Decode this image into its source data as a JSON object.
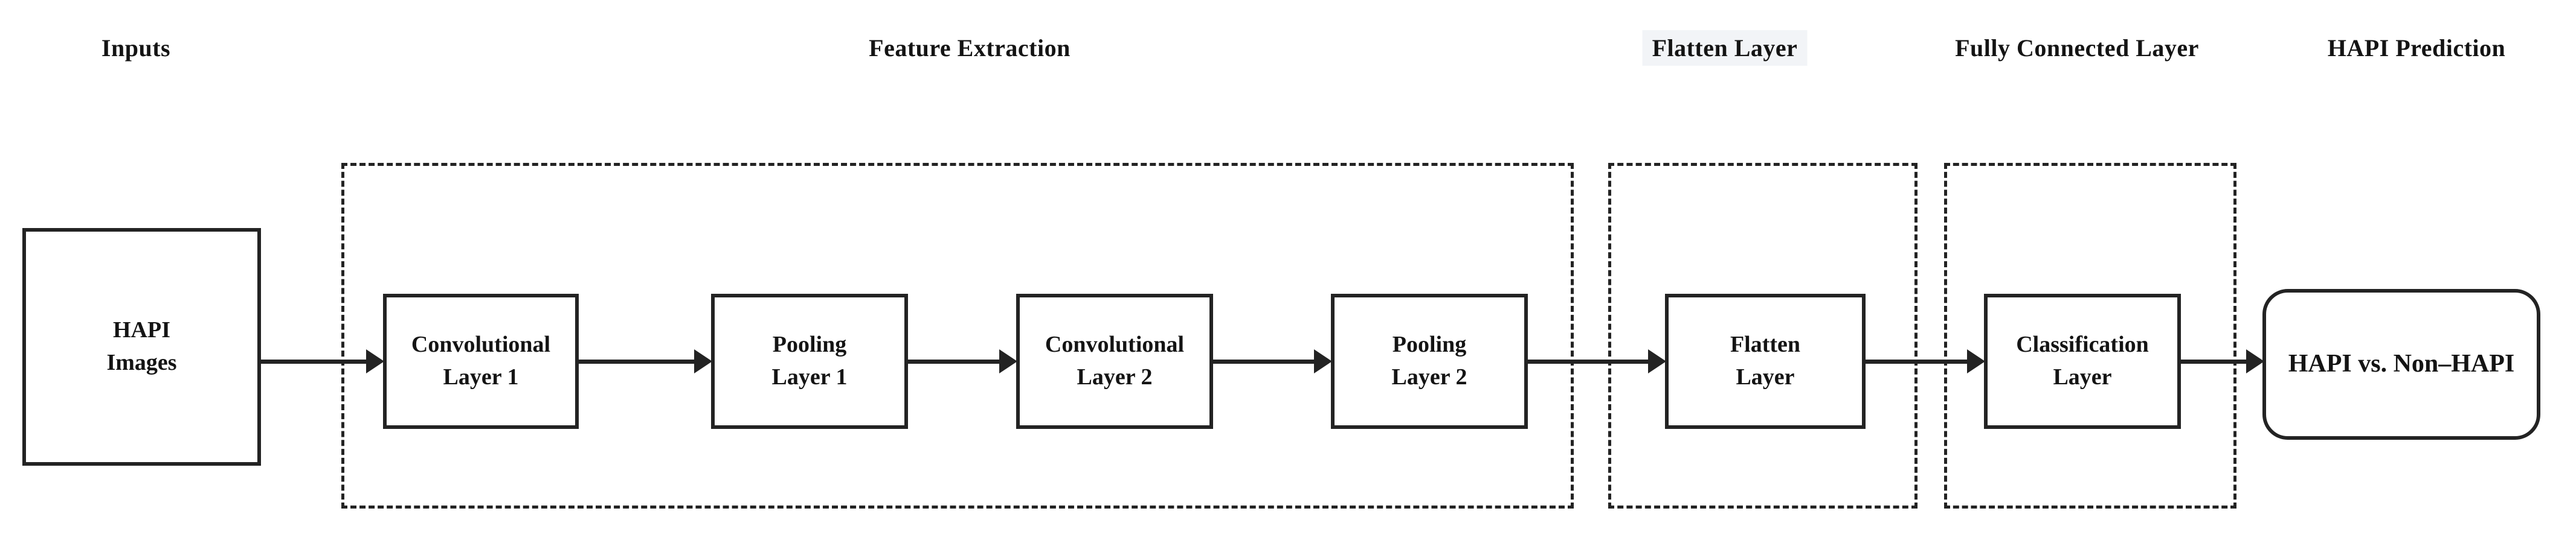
{
  "diagram": {
    "type": "cnn-architecture-flowchart",
    "colors": {
      "stroke": "#232323",
      "text": "#141414",
      "background": "#ffffff",
      "flatten_label_highlight": "#f2f4f7"
    },
    "section_labels": {
      "inputs": "Inputs",
      "feature_extraction": "Feature Extraction",
      "flatten": "Flatten Layer",
      "fully_connected": "Fully Connected Layer",
      "prediction": "HAPI Prediction"
    },
    "nodes": {
      "input": {
        "line1": "HAPI",
        "line2": "Images"
      },
      "conv1": {
        "line1": "Convolutional",
        "line2": "Layer 1"
      },
      "pool1": {
        "line1": "Pooling",
        "line2": "Layer 1"
      },
      "conv2": {
        "line1": "Convolutional",
        "line2": "Layer 2"
      },
      "pool2": {
        "line1": "Pooling",
        "line2": "Layer 2"
      },
      "flatten": {
        "line1": "Flatten",
        "line2": "Layer"
      },
      "classification": {
        "line1": "Classification",
        "line2": "Layer"
      },
      "output": {
        "label": "HAPI vs. Non–HAPI"
      }
    }
  }
}
